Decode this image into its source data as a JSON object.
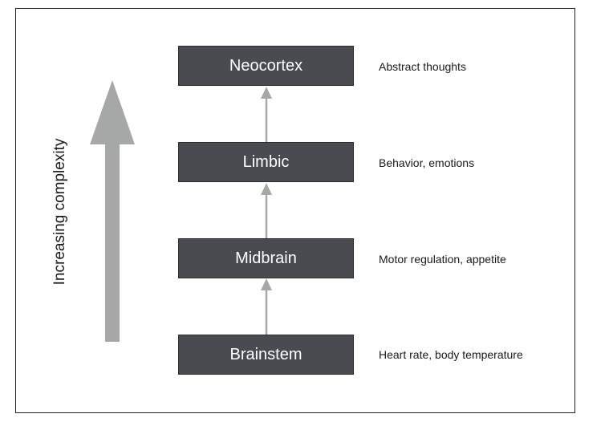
{
  "diagram": {
    "axis_label": "Increasing complexity",
    "colors": {
      "box_fill": "#4a4b51",
      "box_text": "#ffffff",
      "arrow": "#a6a8a7",
      "frame": "#222222"
    },
    "levels": [
      {
        "name": "Neocortex",
        "description": "Abstract thoughts"
      },
      {
        "name": "Limbic",
        "description": "Behavior, emotions"
      },
      {
        "name": "Midbrain",
        "description": "Motor regulation, appetite"
      },
      {
        "name": "Brainstem",
        "description": "Heart rate, body temperature"
      }
    ]
  }
}
